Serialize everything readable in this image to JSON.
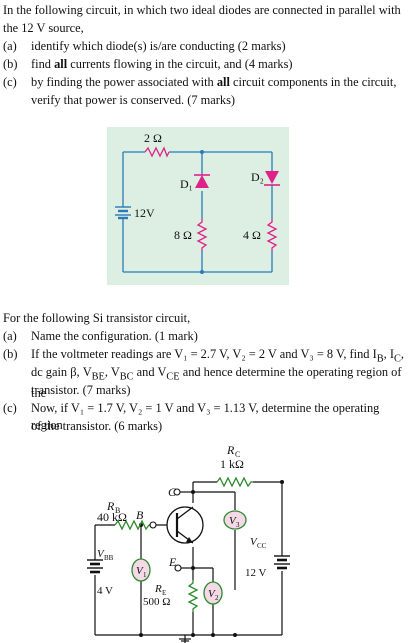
{
  "q1": {
    "intro_a": "In the following circuit, in which two ideal diodes are connected in parallel with",
    "intro_b": "the 12 V source,",
    "items": [
      {
        "label": "(a)",
        "line1": "identify which diode(s) is/are conducting (2 marks)"
      },
      {
        "label": "(b)",
        "line1_pre": "find ",
        "line1_bold": "all",
        "line1_post": " currents flowing in the circuit, and (4 marks)"
      },
      {
        "label": "(c)",
        "line1_pre": "by finding the power associated with ",
        "line1_bold": "all",
        "line1_post": " circuit components in the circuit,",
        "line2": "verify that power is conserved. (7 marks)"
      }
    ],
    "circuit": {
      "r_top": "2 Ω",
      "d1": "D₁",
      "d2": "D₂",
      "source": "12V",
      "r_left": "8 Ω",
      "r_right": "4 Ω",
      "wire_color": "#2a7ab8",
      "component_color": "#e0218a",
      "background": "#dcefe2"
    }
  },
  "q2": {
    "intro": "For the following Si transistor circuit,",
    "a": {
      "label": "(a)",
      "text": "Name the configuration. (1 mark)"
    },
    "b": {
      "label": "(b)",
      "line1": "If the voltmeter readings are V₁ = 2.7 V, V₂ = 2 V and V₃ = 8 V, find I",
      "line1_b": "B",
      "line1_c": ", I",
      "line1_d": "C",
      "line1_e": ",",
      "line2_pre": "dc gain β, V",
      "line2_be": "BE",
      "line2_mid": ", V",
      "line2_bc": "BC",
      "line2_and": " and V",
      "line2_ce": "CE",
      "line2_post": " and hence determine the operating region of the",
      "line3": "transistor. (7 marks)"
    },
    "c": {
      "label": "(c)",
      "line1": "Now, if V₁ = 1.7 V, V₂ = 1 V and V₃ = 1.13 V, determine the operating region",
      "line2": "of the transistor. (6 marks)"
    },
    "circuit": {
      "rc_name": "R",
      "rc_sub": "C",
      "rc_value": "1 kΩ",
      "rb_name": "R",
      "rb_sub": "B",
      "rb_value": "40 kΩ",
      "b_node": "B",
      "c_node": "C",
      "e_node": "E",
      "vbb_name": "V",
      "vbb_sub": "BB",
      "vbb_value": "4 V",
      "vcc_name": "V",
      "vcc_sub": "CC",
      "vcc_value": "12 V",
      "re_name": "R",
      "re_sub": "E",
      "re_value": "500 Ω",
      "v1": "V",
      "v1_sub": "1",
      "v2": "V",
      "v2_sub": "2",
      "v3": "V",
      "v3_sub": "3",
      "component_color": "#2d8a2d",
      "meter_fill": "#f5d9e6"
    }
  }
}
